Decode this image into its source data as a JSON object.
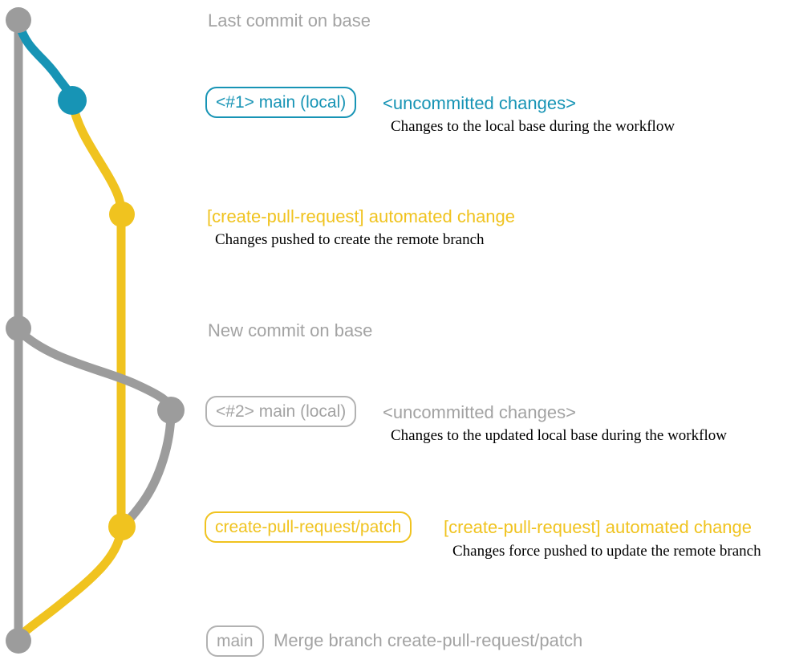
{
  "colors": {
    "teal": "#1794b5",
    "yellow": "#f0c31f",
    "gray": "#9c9c9c",
    "gray_text": "#a3a3a3",
    "desc_text": "#000000"
  },
  "annotations": {
    "last_commit": "Last commit on base",
    "new_commit": "New commit on base",
    "merge_commit": "Merge branch create-pull-request/patch"
  },
  "steps": [
    {
      "branch_label": "<#1> main (local)",
      "commit_message": "<uncommitted changes>",
      "description": "Changes to the local base during the workflow"
    },
    {
      "commit_message": "[create-pull-request] automated change",
      "description": "Changes pushed to create the remote branch"
    },
    {
      "branch_label": "<#2> main (local)",
      "commit_message": "<uncommitted changes>",
      "description": "Changes to the updated local base during the workflow"
    },
    {
      "branch_label": "create-pull-request/patch",
      "commit_message": "[create-pull-request] automated change",
      "description": "Changes force pushed to update the remote branch"
    },
    {
      "branch_label": "main"
    }
  ],
  "graph": {
    "branches": [
      {
        "name": "base",
        "color_key": "gray"
      },
      {
        "name": "main (local)",
        "color_key": "teal"
      },
      {
        "name": "create-pull-request/patch",
        "color_key": "yellow"
      }
    ],
    "commit_count": 7
  }
}
